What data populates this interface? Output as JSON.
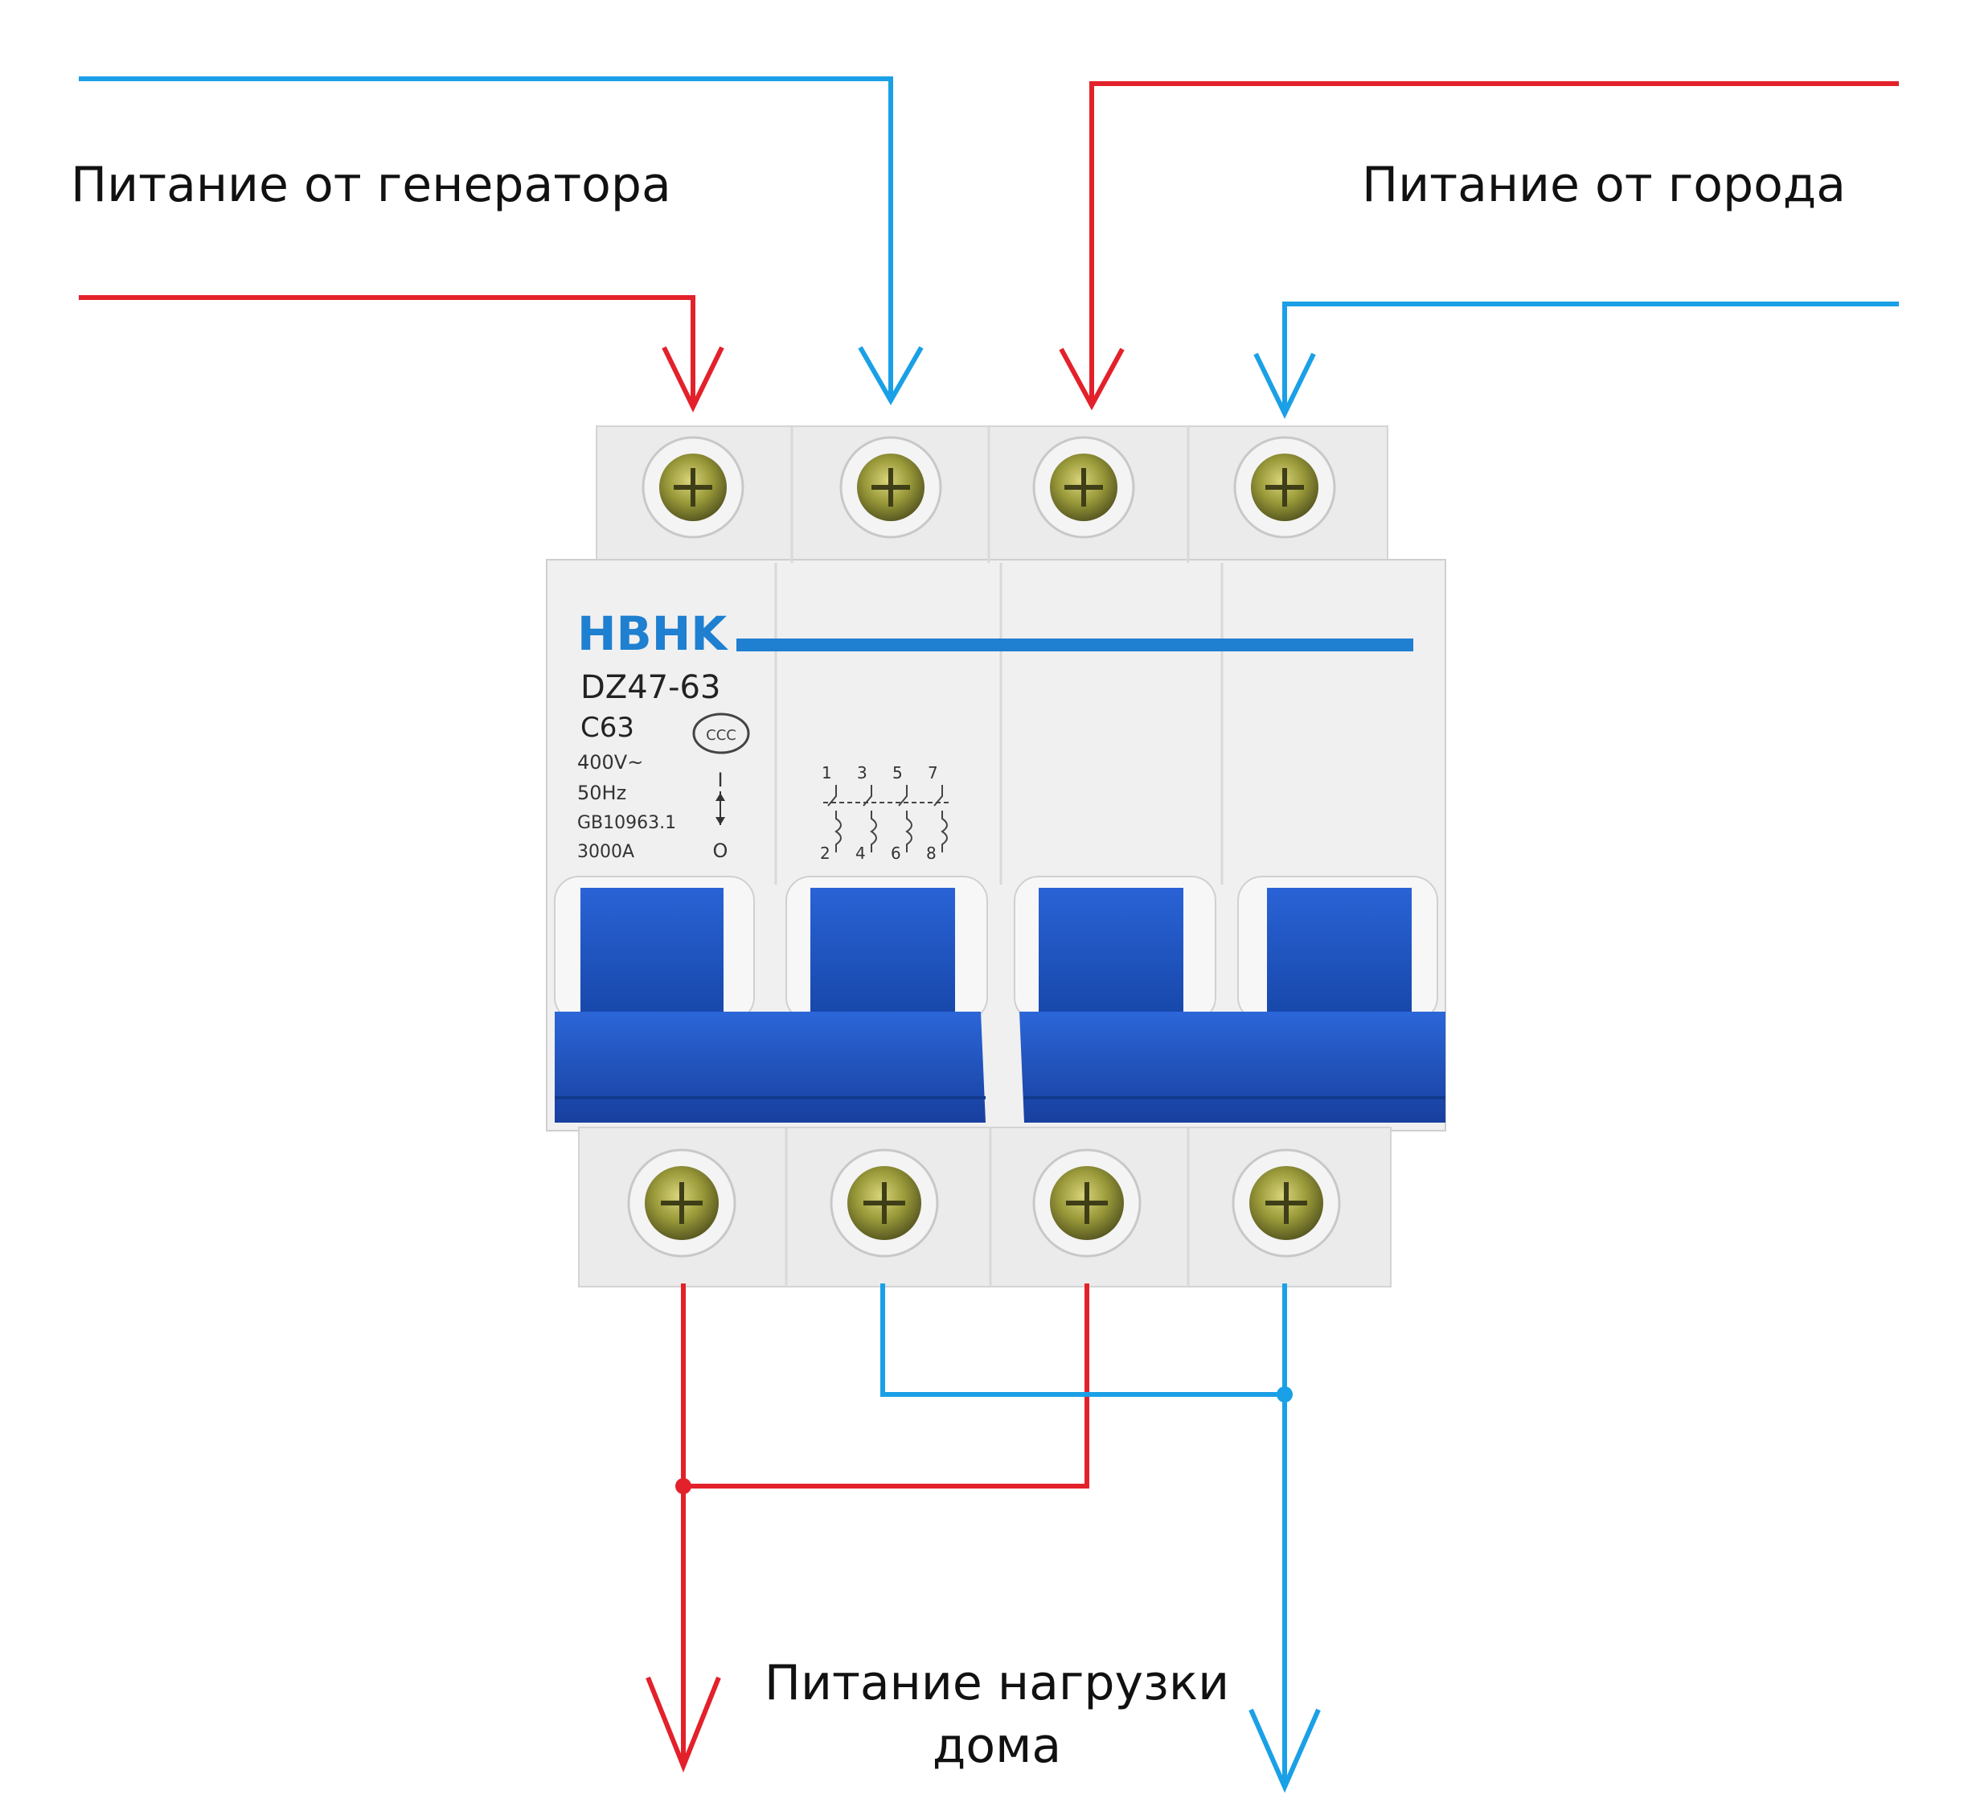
{
  "labels": {
    "generator": "Питание от генератора",
    "city": "Питание от города",
    "load_line1": "Питание нагрузки",
    "load_line2": "дома"
  },
  "breaker": {
    "brand": "HBHK",
    "model": "DZ47-63",
    "rating": "C63",
    "voltage": "400V~",
    "frequency": "50Hz",
    "standard": "GB10963.1",
    "breaking_capacity": "3000A",
    "on_mark": "I",
    "off_mark": "O",
    "cert_mark": "CCC",
    "terminal_numbers_top": [
      "1",
      "3",
      "5",
      "7"
    ],
    "terminal_numbers_bottom": [
      "2",
      "4",
      "6",
      "8"
    ],
    "poles": 4
  },
  "colors": {
    "phase": "#e3212b",
    "neutral": "#1aa0e6",
    "body": "#ececec",
    "handle": "#1c54c4",
    "brand": "#1f7fd0"
  },
  "wires": [
    {
      "name": "generator-neutral-wire",
      "color": "neutral"
    },
    {
      "name": "generator-phase-wire",
      "color": "phase"
    },
    {
      "name": "city-phase-wire",
      "color": "phase"
    },
    {
      "name": "city-neutral-wire",
      "color": "neutral"
    },
    {
      "name": "load-phase-wire",
      "color": "phase"
    },
    {
      "name": "load-neutral-wire",
      "color": "neutral"
    }
  ]
}
